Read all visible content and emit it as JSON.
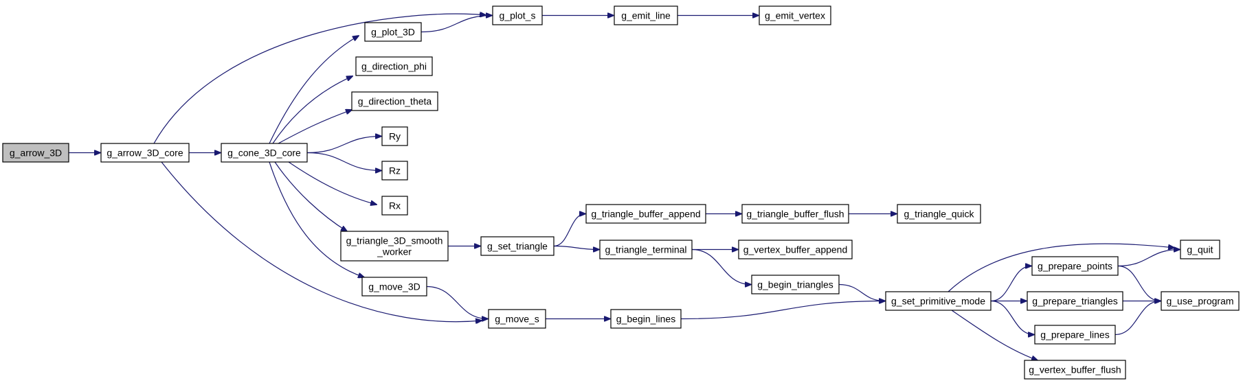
{
  "diagram": {
    "type": "call-graph",
    "colors": {
      "edge": "#191970",
      "root_fill": "#bfbfbf",
      "node_fill": "#ffffff",
      "node_border": "#000000"
    },
    "nodes": [
      {
        "id": "g_arrow_3D",
        "lines": [
          "g_arrow_3D"
        ],
        "root": true
      },
      {
        "id": "g_arrow_3D_core",
        "lines": [
          "g_arrow_3D_core"
        ]
      },
      {
        "id": "g_cone_3D_core",
        "lines": [
          "g_cone_3D_core"
        ]
      },
      {
        "id": "g_plot_3D",
        "lines": [
          "g_plot_3D"
        ]
      },
      {
        "id": "g_direction_phi",
        "lines": [
          "g_direction_phi"
        ]
      },
      {
        "id": "g_direction_theta",
        "lines": [
          "g_direction_theta"
        ]
      },
      {
        "id": "Ry",
        "lines": [
          "Ry"
        ]
      },
      {
        "id": "Rz",
        "lines": [
          "Rz"
        ]
      },
      {
        "id": "Rx",
        "lines": [
          "Rx"
        ]
      },
      {
        "id": "g_triangle_3D_smooth_worker",
        "lines": [
          "g_triangle_3D_smooth",
          "_worker"
        ]
      },
      {
        "id": "g_move_3D",
        "lines": [
          "g_move_3D"
        ]
      },
      {
        "id": "g_plot_s",
        "lines": [
          "g_plot_s"
        ]
      },
      {
        "id": "g_emit_line",
        "lines": [
          "g_emit_line"
        ]
      },
      {
        "id": "g_emit_vertex",
        "lines": [
          "g_emit_vertex"
        ]
      },
      {
        "id": "g_set_triangle",
        "lines": [
          "g_set_triangle"
        ]
      },
      {
        "id": "g_triangle_buffer_append",
        "lines": [
          "g_triangle_buffer_append"
        ]
      },
      {
        "id": "g_triangle_buffer_flush",
        "lines": [
          "g_triangle_buffer_flush"
        ]
      },
      {
        "id": "g_triangle_quick",
        "lines": [
          "g_triangle_quick"
        ]
      },
      {
        "id": "g_triangle_terminal",
        "lines": [
          "g_triangle_terminal"
        ]
      },
      {
        "id": "g_vertex_buffer_append",
        "lines": [
          "g_vertex_buffer_append"
        ]
      },
      {
        "id": "g_begin_triangles",
        "lines": [
          "g_begin_triangles"
        ]
      },
      {
        "id": "g_move_s",
        "lines": [
          "g_move_s"
        ]
      },
      {
        "id": "g_begin_lines",
        "lines": [
          "g_begin_lines"
        ]
      },
      {
        "id": "g_set_primitive_mode",
        "lines": [
          "g_set_primitive_mode"
        ]
      },
      {
        "id": "g_quit",
        "lines": [
          "g_quit"
        ]
      },
      {
        "id": "g_prepare_points",
        "lines": [
          "g_prepare_points"
        ]
      },
      {
        "id": "g_prepare_triangles",
        "lines": [
          "g_prepare_triangles"
        ]
      },
      {
        "id": "g_use_program",
        "lines": [
          "g_use_program"
        ]
      },
      {
        "id": "g_prepare_lines",
        "lines": [
          "g_prepare_lines"
        ]
      },
      {
        "id": "g_vertex_buffer_flush",
        "lines": [
          "g_vertex_buffer_flush"
        ]
      }
    ],
    "edges": [
      {
        "from": "g_arrow_3D",
        "to": "g_arrow_3D_core"
      },
      {
        "from": "g_arrow_3D_core",
        "to": "g_cone_3D_core"
      },
      {
        "from": "g_arrow_3D_core",
        "to": "g_plot_s"
      },
      {
        "from": "g_arrow_3D_core",
        "to": "g_move_s"
      },
      {
        "from": "g_cone_3D_core",
        "to": "g_plot_3D"
      },
      {
        "from": "g_cone_3D_core",
        "to": "g_direction_phi"
      },
      {
        "from": "g_cone_3D_core",
        "to": "g_direction_theta"
      },
      {
        "from": "g_cone_3D_core",
        "to": "Ry"
      },
      {
        "from": "g_cone_3D_core",
        "to": "Rz"
      },
      {
        "from": "g_cone_3D_core",
        "to": "Rx"
      },
      {
        "from": "g_cone_3D_core",
        "to": "g_triangle_3D_smooth_worker"
      },
      {
        "from": "g_cone_3D_core",
        "to": "g_move_3D"
      },
      {
        "from": "g_plot_3D",
        "to": "g_plot_s"
      },
      {
        "from": "g_plot_s",
        "to": "g_emit_line"
      },
      {
        "from": "g_emit_line",
        "to": "g_emit_vertex"
      },
      {
        "from": "g_triangle_3D_smooth_worker",
        "to": "g_set_triangle"
      },
      {
        "from": "g_set_triangle",
        "to": "g_triangle_buffer_append"
      },
      {
        "from": "g_set_triangle",
        "to": "g_triangle_terminal"
      },
      {
        "from": "g_triangle_buffer_append",
        "to": "g_triangle_buffer_flush"
      },
      {
        "from": "g_triangle_buffer_flush",
        "to": "g_triangle_quick"
      },
      {
        "from": "g_triangle_terminal",
        "to": "g_vertex_buffer_append"
      },
      {
        "from": "g_triangle_terminal",
        "to": "g_begin_triangles"
      },
      {
        "from": "g_begin_triangles",
        "to": "g_set_primitive_mode"
      },
      {
        "from": "g_move_3D",
        "to": "g_move_s"
      },
      {
        "from": "g_move_s",
        "to": "g_begin_lines"
      },
      {
        "from": "g_begin_lines",
        "to": "g_set_primitive_mode"
      },
      {
        "from": "g_set_primitive_mode",
        "to": "g_quit"
      },
      {
        "from": "g_set_primitive_mode",
        "to": "g_prepare_points"
      },
      {
        "from": "g_set_primitive_mode",
        "to": "g_prepare_triangles"
      },
      {
        "from": "g_set_primitive_mode",
        "to": "g_prepare_lines"
      },
      {
        "from": "g_set_primitive_mode",
        "to": "g_vertex_buffer_flush"
      },
      {
        "from": "g_prepare_points",
        "to": "g_quit"
      },
      {
        "from": "g_prepare_points",
        "to": "g_use_program"
      },
      {
        "from": "g_prepare_triangles",
        "to": "g_use_program"
      },
      {
        "from": "g_prepare_lines",
        "to": "g_use_program"
      }
    ]
  }
}
